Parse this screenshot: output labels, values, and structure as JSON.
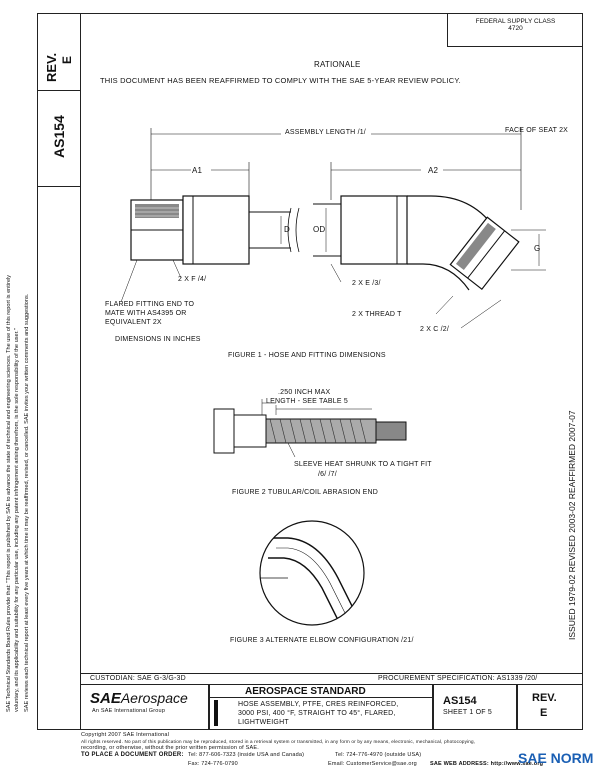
{
  "header": {
    "rev_label": "REV.",
    "rev_value": "E",
    "doc_number": "AS154",
    "federal_supply_line1": "FEDERAL SUPPLY CLASS",
    "federal_supply_line2": "4720",
    "rationale_title": "RATIONALE",
    "rationale_text": "THIS DOCUMENT HAS BEEN REAFFIRMED TO COMPLY WITH THE SAE 5-YEAR REVIEW POLICY."
  },
  "side_notes": {
    "line1": "SAE Technical Standards Board Rules provide that: \"This report is published by SAE to advance the state of technical and engineering sciences. The use of this report is entirely",
    "line2": "voluntary, and its applicability and suitability for any particular use, including any patent infringement arising therefrom, is the sole responsibility of the user.\"",
    "line3": "SAE reviews each technical report at least every five years at which time it may be reaffirmed, revised, or cancelled. SAE invites your written comments and suggestions.",
    "right_status": "ISSUED 1979-02     REVISED 2003-02     REAFFIRMED 2007-07"
  },
  "figure1": {
    "assembly_length": "ASSEMBLY LENGTH /1/",
    "face_of_seat": "FACE OF SEAT 2X",
    "a1": "A1",
    "a2": "A2",
    "d": "D",
    "od": "OD",
    "g": "G",
    "note_2xf": "2 X F /4/",
    "note_2xe": "2 X E /3/",
    "note_thread": "2 X THREAD T",
    "note_2xc": "2 X C /2/",
    "flared_line1": "FLARED FITTING END TO",
    "flared_line2": "MATE WITH AS4395 OR",
    "flared_line3": "EQUIVALENT 2X",
    "dimensions": "DIMENSIONS IN INCHES",
    "caption": "FIGURE 1 - HOSE AND FITTING DIMENSIONS"
  },
  "figure2": {
    "max_note": ".250 INCH MAX",
    "length_note": "LENGTH - SEE TABLE 5",
    "sleeve_note": "SLEEVE HEAT SHRUNK TO A TIGHT FIT",
    "sleeve_ref": "/6/   /7/",
    "caption": "FIGURE 2   TUBULAR/COIL ABRASION END"
  },
  "figure3": {
    "caption": "FIGURE 3   ALTERNATE ELBOW CONFIGURATION /21/"
  },
  "footer": {
    "custodian": "CUSTODIAN:  SAE G-3/G-3D",
    "procurement": "PROCUREMENT SPECIFICATION: AS1339 /20/",
    "logo_main": "SAE",
    "logo_sub": "Aerospace",
    "logo_tag": "An SAE International Group",
    "std_title": "AEROSPACE STANDARD",
    "desc_line1": "HOSE ASSEMBLY, PTFE, CRES REINFORCED,",
    "desc_line2": "3000 PSI, 400 °F, STRAIGHT TO 45°, FLARED,",
    "desc_line3": "LIGHTWEIGHT",
    "doc_number": "AS154",
    "sheet": "SHEET 1 OF 5",
    "rev_label": "REV.",
    "rev_value": "E",
    "copyright1": "Copyright 2007 SAE International",
    "copyright2": "All rights reserved. No part of this publication may be reproduced, stored in a retrieval system or transmitted, in any form or by any means, electronic, mechanical, photocopying,",
    "copyright3": "recording, or otherwise, without the prior written permission of SAE.",
    "order_label": "TO PLACE A DOCUMENT ORDER:",
    "tel1": "Tel: 877-606-7323 (inside USA and Canada)",
    "tel2": "Tel: 724-776-4970 (outside USA)",
    "fax": "Fax: 724-776-0790",
    "email": "Email: CustomerService@sae.org",
    "web": "SAE WEB ADDRESS: http://www.sae.org",
    "watermark": "SAE NORM"
  }
}
